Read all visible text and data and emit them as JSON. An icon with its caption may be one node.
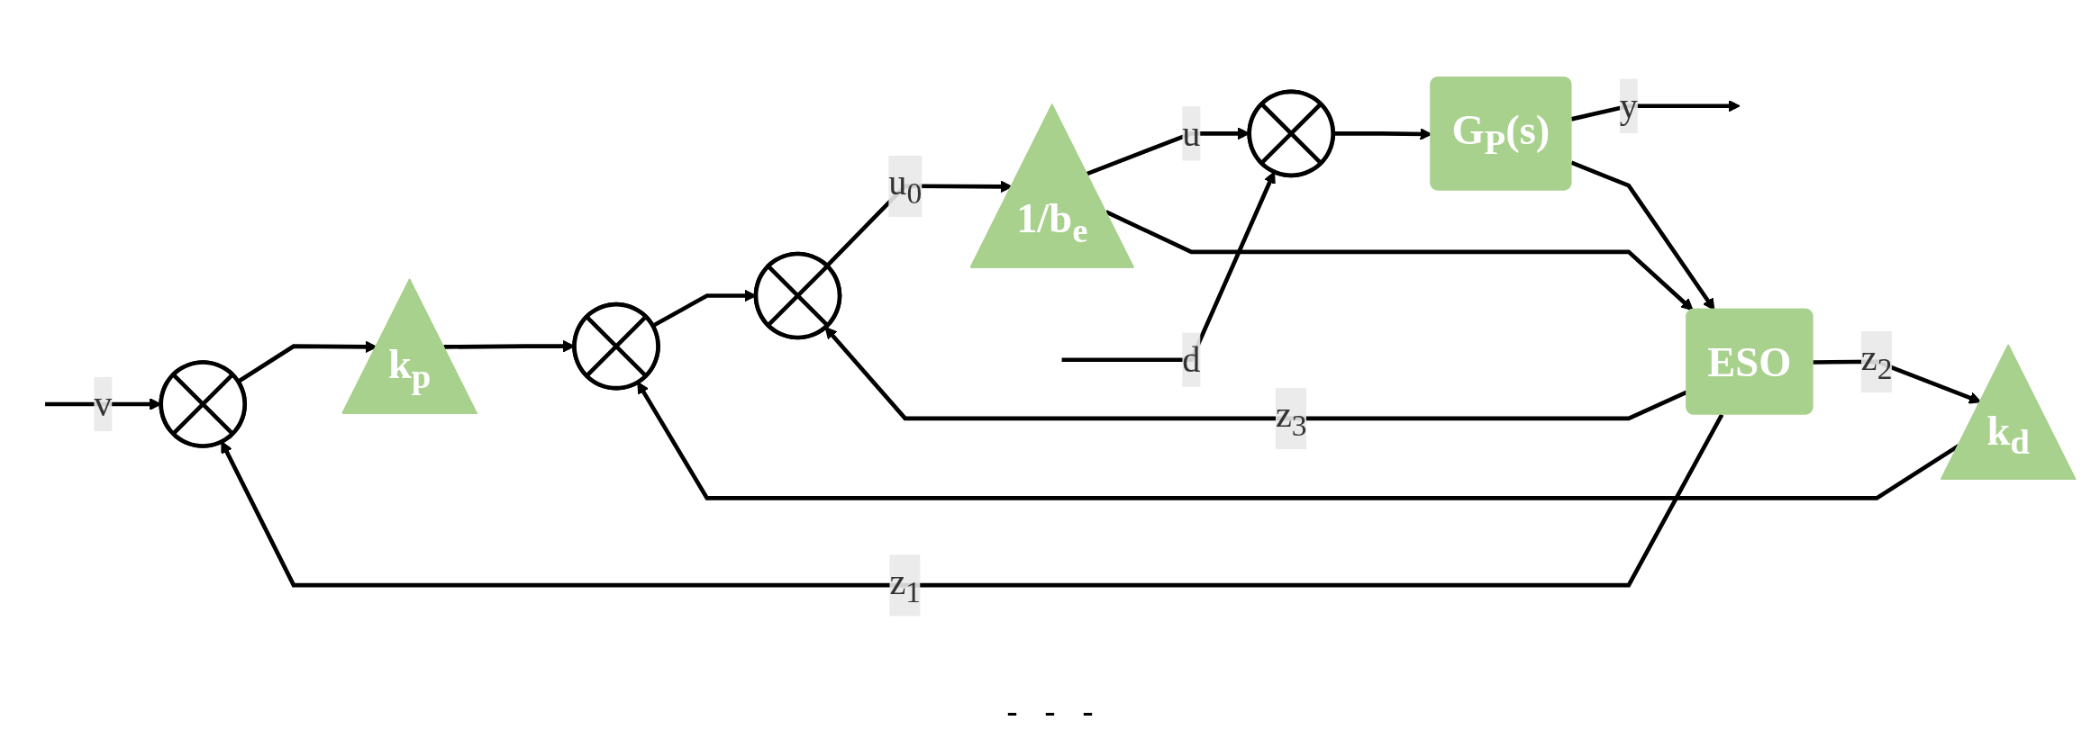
{
  "diagram": {
    "nodes": [
      {
        "text": [],
        "shape": "circle"
      },
      {
        "text": [
          "k$_{p}$"
        ]
      },
      {
        "text": [],
        "shape": "circle"
      },
      {
        "text": [],
        "shape": "circle"
      },
      {
        "text": [
          "1/b$_{e}$"
        ]
      },
      {
        "text": [],
        "shape": "circle"
      },
      {
        "text": [
          "G$_{P}$(s)"
        ]
      },
      {
        "text": [
          "k$_{d}$"
        ]
      },
      {
        "text": [
          "ESO"
        ]
      }
    ],
    "edges": [
      {
        "from": null,
        "to": 0,
        "arrow": "to",
        "label": "v"
      },
      {
        "from": 0,
        "to": 1,
        "arrow": "to"
      },
      {
        "from": 1,
        "to": 2,
        "arrow": "to"
      },
      {
        "from": 2,
        "to": 3,
        "arrow": "to"
      },
      {
        "from": 3,
        "to": 4,
        "arrow": "to",
        "label": "u$_{0}$"
      },
      {
        "from": 4,
        "to": 5,
        "arrow": "to",
        "label": "u"
      },
      {
        "from": null,
        "to": 5,
        "arrow": "to",
        "label": "d"
      },
      {
        "from": 5,
        "to": 6,
        "arrow": "to"
      },
      {
        "from": 6,
        "to": null,
        "arrow": "to",
        "label": "y"
      },
      {
        "from": 4,
        "to": 8,
        "arrow": "to"
      },
      {
        "from": 6,
        "to": 8,
        "arrow": "to"
      },
      {
        "from": 8,
        "to": 3,
        "arrow": "to",
        "label": "z$_{3}$"
      },
      {
        "from": 8,
        "to": 7,
        "arrow": "to",
        "label": "z$_{2}$"
      },
      {
        "from": 7,
        "to": 2,
        "arrow": "to"
      },
      {
        "from": 8,
        "to": 0,
        "arrow": "to",
        "label": "z$_{1}$"
      }
    ],
    "labels": [
      "-",
      "-",
      "-"
    ]
  }
}
